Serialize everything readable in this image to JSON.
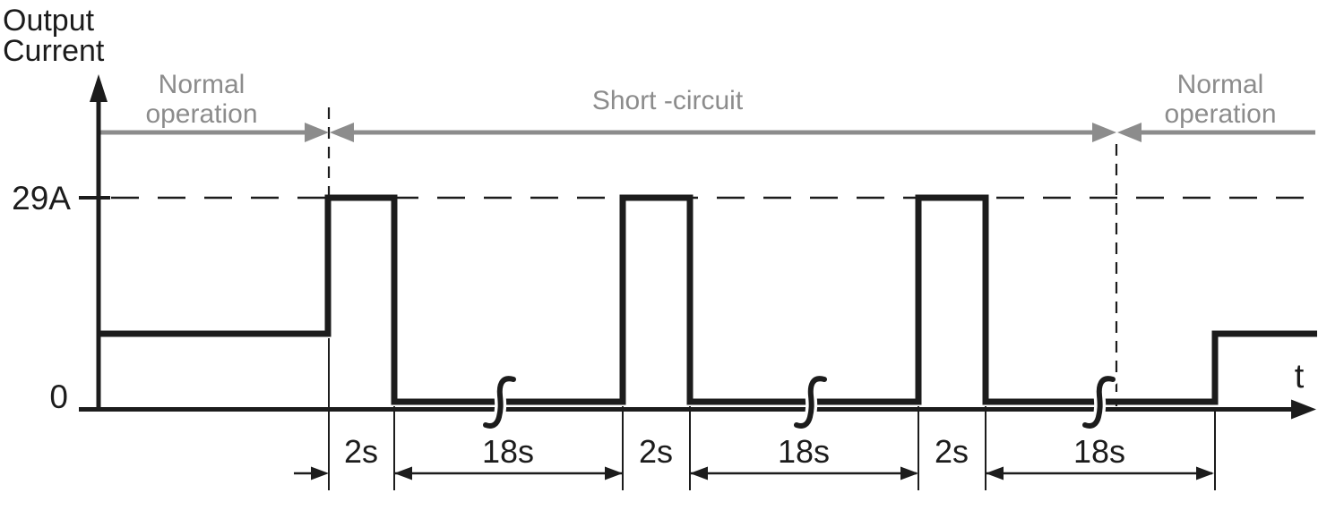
{
  "title": {
    "line1": "Output",
    "line2": "Current"
  },
  "axes": {
    "y_tick_29a": "29A",
    "y_tick_zero": "0",
    "x_label": "t"
  },
  "phases": {
    "left": {
      "line1": "Normal",
      "line2": "operation"
    },
    "middle": {
      "label": "Short -circuit"
    },
    "right": {
      "line1": "Normal",
      "line2": "operation"
    }
  },
  "durations": [
    "2s",
    "18s",
    "2s",
    "18s",
    "2s",
    "18s"
  ],
  "colors": {
    "ink": "#1c1c1c",
    "gray": "#8c8c8c",
    "background": "#ffffff"
  },
  "waveform": {
    "peak_level": "29A",
    "low_level": "0",
    "pulse_on_duration": "2s",
    "pulse_off_duration": "18s",
    "pulses_shown": 3,
    "segments": [
      {
        "phase": "normal-operation",
        "level": "normal"
      },
      {
        "phase": "short-circuit",
        "level": "29A",
        "duration": "2s"
      },
      {
        "phase": "short-circuit",
        "level": "0",
        "duration": "18s",
        "time_break": true
      },
      {
        "phase": "short-circuit",
        "level": "29A",
        "duration": "2s"
      },
      {
        "phase": "short-circuit",
        "level": "0",
        "duration": "18s",
        "time_break": true
      },
      {
        "phase": "short-circuit",
        "level": "29A",
        "duration": "2s"
      },
      {
        "phase": "short-circuit",
        "level": "0",
        "duration": "18s",
        "time_break": true
      },
      {
        "phase": "normal-operation",
        "level": "normal"
      }
    ]
  }
}
